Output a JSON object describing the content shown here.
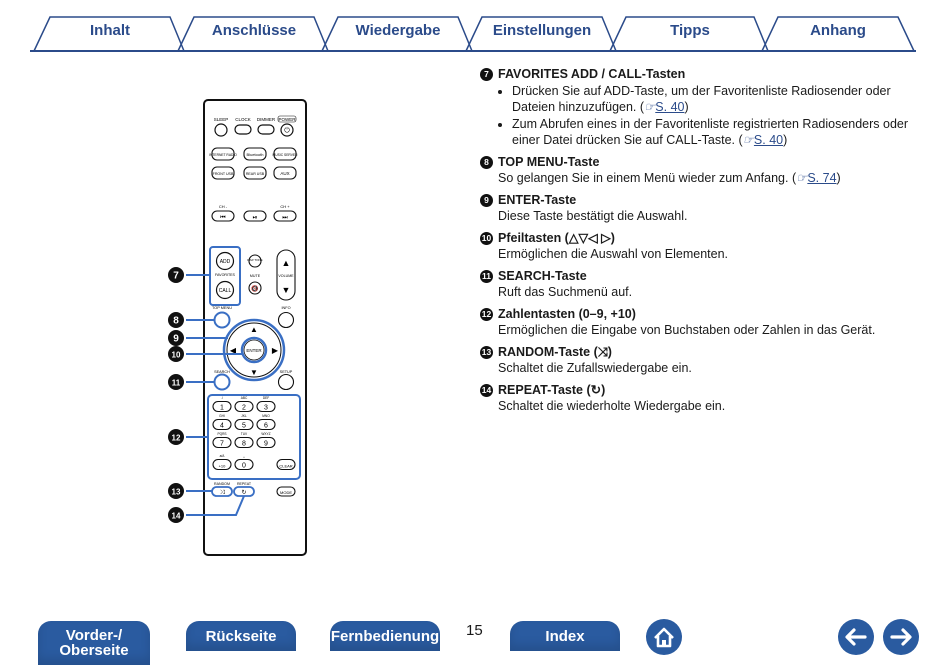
{
  "tabs": [
    {
      "label": "Inhalt"
    },
    {
      "label": "Anschlüsse"
    },
    {
      "label": "Wiedergabe"
    },
    {
      "label": "Einstellungen"
    },
    {
      "label": "Tipps"
    },
    {
      "label": "Anhang"
    }
  ],
  "sections": [
    {
      "num": "7",
      "title": "FAVORITES ADD / CALL-Tasten",
      "bullets": [
        {
          "text": "Drücken Sie auf ADD-Taste, um der Favoritenliste Radiosender oder Dateien hinzuzufügen.",
          "ref": "S. 40"
        },
        {
          "text": "Zum Abrufen eines in der Favoritenliste registrierten Radiosenders oder einer Datei drücken Sie auf CALL-Taste.",
          "ref": "S. 40"
        }
      ]
    },
    {
      "num": "8",
      "title": "TOP MENU-Taste",
      "desc": "So gelangen Sie in einem Menü wieder zum Anfang.",
      "ref": "S. 74"
    },
    {
      "num": "9",
      "title": "ENTER-Taste",
      "desc": "Diese Taste bestätigt die Auswahl."
    },
    {
      "num": "10",
      "title": "Pfeiltasten (△▽◁ ▷)",
      "desc": "Ermöglichen die Auswahl von Elementen."
    },
    {
      "num": "11",
      "title": "SEARCH-Taste",
      "desc": "Ruft das Suchmenü auf."
    },
    {
      "num": "12",
      "title": "Zahlentasten (0–9, +10)",
      "desc": "Ermöglichen die Eingabe von Buchstaben oder Zahlen in das Gerät."
    },
    {
      "num": "13",
      "title": "RANDOM-Taste (⤨)",
      "desc": "Schaltet die Zufallswiedergabe ein."
    },
    {
      "num": "14",
      "title": "REPEAT-Taste (↻)",
      "desc": "Schaltet die wiederholte Wiedergabe ein."
    }
  ],
  "ref_icon": "☞",
  "remote": {
    "top_labels": [
      "SLEEP",
      "CLOCK",
      "DIMMER",
      "POWER"
    ],
    "src1": [
      "INTERNET RADIO",
      "Bluetooth",
      "MUSIC SERVER"
    ],
    "src2": [
      "FRONT USB",
      "REAR USB",
      "AUX"
    ],
    "ch_minus": "CH -",
    "ch_plus": "CH +",
    "add": "ADD",
    "favorites": "FAVORITES",
    "call": "CALL",
    "dimmer_tone": "DIM/ TONE",
    "mute": "MUTE",
    "volume": "VOLUME",
    "top_menu": "TOP MENU",
    "info": "INFO",
    "enter": "ENTER",
    "search": "SEARCH",
    "setup": "SETUP",
    "digits": [
      "1",
      "2",
      "3",
      "4",
      "5",
      "6",
      "7",
      "8",
      "9",
      "+10",
      "0",
      "CLEAR"
    ],
    "digit_subs": [
      "./",
      "ABC",
      "DEF",
      "GHI",
      "JKL",
      "MNO",
      "PQRS",
      "TUV",
      "WXYZ",
      "a/A",
      "␣",
      ""
    ],
    "random": "RANDOM",
    "repeat": "REPEAT",
    "mode": "MODE",
    "callouts": [
      "7",
      "8",
      "9",
      "10",
      "11",
      "12",
      "13",
      "14"
    ]
  },
  "nav": {
    "vorder_line1": "Vorder-/",
    "vorder_line2": "Oberseite",
    "rueckseite": "Rückseite",
    "fernbedienung": "Fernbedienung",
    "index": "Index",
    "page": "15"
  },
  "colors": {
    "accent": "#2a5ba0",
    "tab_text": "#2b4b8a",
    "highlight": "#3a6fc4"
  }
}
